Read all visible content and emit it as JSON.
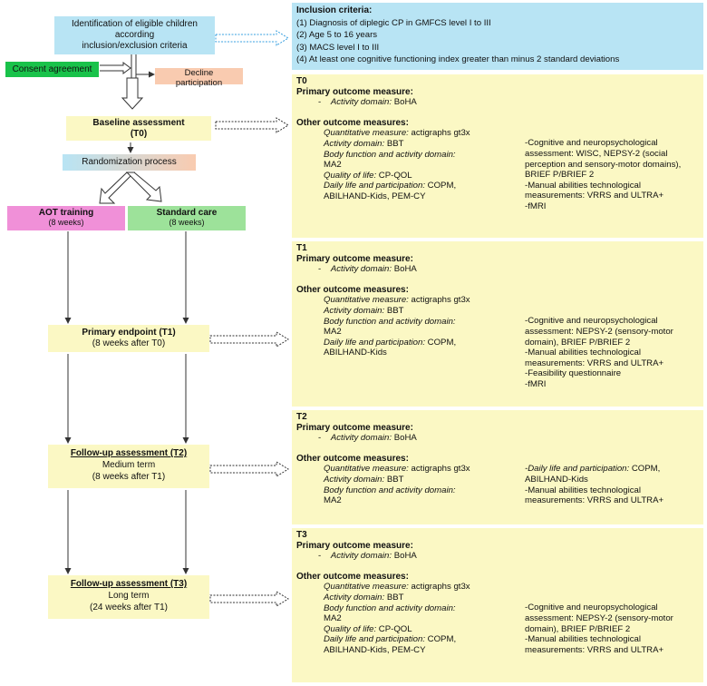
{
  "flow": {
    "identification": [
      "Identification of eligible children",
      "according",
      "inclusion/exclusion criteria"
    ],
    "consent": "Consent agreement",
    "decline": [
      "Decline",
      "participation"
    ],
    "baseline": [
      "Baseline assessment",
      "(T0)"
    ],
    "randomization": "Randomization process",
    "aot": [
      "AOT training",
      "(8 weeks)"
    ],
    "standard": [
      "Standard care",
      "(8 weeks)"
    ],
    "primary_endpoint": [
      "Primary endpoint (T1)",
      "(8 weeks after T0)"
    ],
    "followup_t2": [
      "Follow-up assessment (T2)",
      "Medium term",
      "(8 weeks after T1)"
    ],
    "followup_t3": [
      "Follow-up assessment (T3)",
      "Long term",
      "(24 weeks after T1)"
    ]
  },
  "colors": {
    "identification": "#b8e4f4",
    "consent": "#19c24a",
    "decline": "#f9cbb0",
    "panel": "#fbf8c4",
    "aot": "#f090d8",
    "standard": "#9de29a"
  },
  "inclusion": {
    "title": "Inclusion criteria:",
    "items": [
      "(1)  Diagnosis of diplegic CP in GMFCS level I to III",
      "(2)  Age 5 to 16 years",
      "(3)  MACS level I to III",
      "(4)  At least one cognitive functioning index  greater than minus 2 standard deviations"
    ]
  },
  "t0": {
    "title": "T0",
    "primary_title": "Primary outcome measure:",
    "primary": [
      "Activity domain:",
      " BoHA"
    ],
    "other_title": "Other outcome measures:",
    "col1": [
      [
        "Quantitative measure:",
        " actigraphs gt3x"
      ],
      [
        "Activity domain:",
        " BBT"
      ],
      [
        "Body function and activity domain:",
        ""
      ],
      [
        "",
        "MA2"
      ],
      [
        "Quality of life:",
        " CP-QOL"
      ],
      [
        "Daily life and participation:",
        " COPM,"
      ],
      [
        "",
        "ABILHAND-Kids, PEM-CY"
      ]
    ],
    "col2": [
      "-Cognitive and neuropsychological assessment: WISC, NEPSY-2 (social perception and sensory-motor domains), BRIEF P/BRIEF 2",
      "-Manual abilities technological measurements: VRRS and ULTRA+",
      "-fMRI"
    ]
  },
  "t1": {
    "title": "T1",
    "primary_title": "Primary outcome measure:",
    "primary": [
      "Activity domain:",
      " BoHA"
    ],
    "other_title": "Other outcome measures:",
    "col1": [
      [
        "Quantitative measure:",
        " actigraphs gt3x"
      ],
      [
        "Activity domain:",
        " BBT"
      ],
      [
        "Body function and activity domain:",
        ""
      ],
      [
        "",
        "MA2"
      ],
      [
        "Daily life and participation:",
        "  COPM,"
      ],
      [
        "",
        "ABILHAND-Kids"
      ]
    ],
    "col2": [
      "-Cognitive and neuropsychological assessment: NEPSY-2 (sensory-motor domain), BRIEF P/BRIEF 2",
      "-Manual abilities technological measurements: VRRS and ULTRA+",
      "-Feasibility questionnaire",
      "-fMRI"
    ]
  },
  "t2": {
    "title": "T2",
    "primary_title": "Primary outcome measure:",
    "primary": [
      "Activity domain:",
      " BoHA"
    ],
    "other_title": "Other outcome measures:",
    "col1": [
      [
        "Quantitative measure:",
        " actigraphs gt3x"
      ],
      [
        "Activity domain:",
        " BBT"
      ],
      [
        "Body function and activity domain:",
        ""
      ],
      [
        "",
        "MA2"
      ]
    ],
    "col2_italic": "-Daily life and participation:",
    "col2": [
      "  COPM, ABILHAND-Kids",
      "-Manual abilities technological measurements: VRRS and ULTRA+"
    ]
  },
  "t3": {
    "title": "T3",
    "primary_title": "Primary outcome measure:",
    "primary": [
      "Activity domain:",
      " BoHA"
    ],
    "other_title": "Other outcome measures:",
    "col1": [
      [
        "Quantitative measure:",
        " actigraphs gt3x"
      ],
      [
        "Activity domain:",
        " BBT"
      ],
      [
        "Body function and activity domain:",
        ""
      ],
      [
        "",
        "MA2"
      ],
      [
        "Quality of life:",
        " CP-QOL"
      ],
      [
        "Daily life and participation:",
        "  COPM,"
      ],
      [
        "",
        "ABILHAND-Kids, PEM-CY"
      ]
    ],
    "col2": [
      "-Cognitive and neuropsychological assessment: NEPSY-2 (sensory-motor domain), BRIEF P/BRIEF 2",
      "-Manual abilities technological measurements: VRRS and ULTRA+"
    ]
  }
}
